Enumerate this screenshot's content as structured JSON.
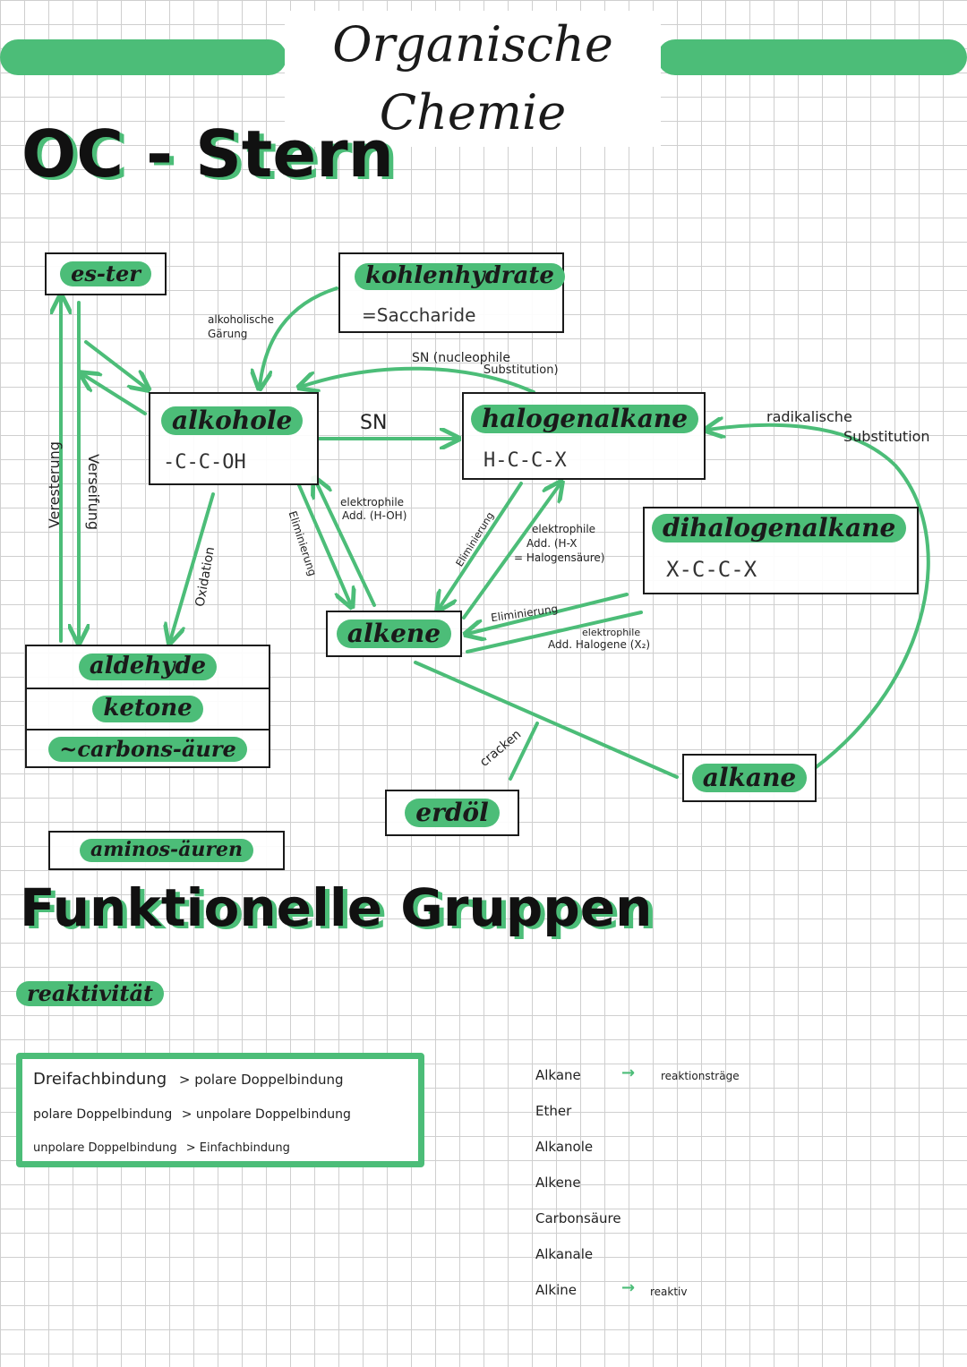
{
  "page": {
    "title": "Organische Chemie",
    "heading_star": "OC - Stern",
    "heading_groups": "Funktionelle Gruppen",
    "subheading": "reaktivität"
  },
  "colors": {
    "accent": "#4cbd78",
    "ink": "#1a1a1a",
    "grid": "#cfcfcf"
  },
  "boxes": {
    "ester": "es-ter",
    "kohlenhydrate": "kohlenhydrate",
    "saccharide": "=Saccharide",
    "alkohole": "alkohole",
    "alkohole_struct": "-C-C-OH",
    "halogenalkane": "halogenalkane",
    "halogenalkane_struct": "H-C-C-X",
    "dihalogenalkane": "dihalogenalkane",
    "dihalogenalkane_struct": "X-C-C-X",
    "alkene": "alkene",
    "aldehyde": "aldehyde",
    "ketone": "ketone",
    "carbonsaeure": "~carbons-äure",
    "alkane": "alkane",
    "erdoel": "erdöl",
    "aminosaeuren": "aminos-äuren"
  },
  "labels": {
    "alkoholische_gaerung_1": "alkoholische",
    "alkoholische_gaerung_2": "Gärung",
    "sn_nucleophile_1": "SN (nucleophile",
    "sn_nucleophile_2": "Substitution)",
    "sn": "SN",
    "radikalische_1": "radikalische",
    "radikalische_2": "Substitution",
    "veresterung": "Veresterung",
    "verseifung": "Verseifung",
    "oxidation": "Oxidation",
    "eliminierung_1": "Eliminierung",
    "elektrophile_add_h_oh_1": "elektrophile",
    "elektrophile_add_h_oh_2": "Add. (H-OH)",
    "eliminierung_2": "Eliminierung",
    "elektrophile_add_hx_1": "elektrophile",
    "elektrophile_add_hx_2": "Add. (H-X",
    "elektrophile_add_hx_3": "= Halogensäure)",
    "eliminierung_3": "Eliminierung",
    "elektrophile_add_hal_1": "elektrophile",
    "elektrophile_add_hal_2": "Add. Halogene (X₂)",
    "cracken": "cracken"
  },
  "reactivity_box": [
    {
      "left": "Dreifachbindung",
      "right": "> polare Doppelbindung"
    },
    {
      "left": "polare Doppelbindung",
      "right": "> unpolare Doppelbindung"
    },
    {
      "left": "unpolare Doppelbindung",
      "right": "> Einfachbindung"
    }
  ],
  "reactivity_list": {
    "items": [
      "Alkane",
      "Ether",
      "Alkanole",
      "Alkene",
      "Carbonsäure",
      "Alkanale",
      "Alkine"
    ],
    "top_note": "reaktionsträge",
    "bottom_note": "reaktiv"
  }
}
